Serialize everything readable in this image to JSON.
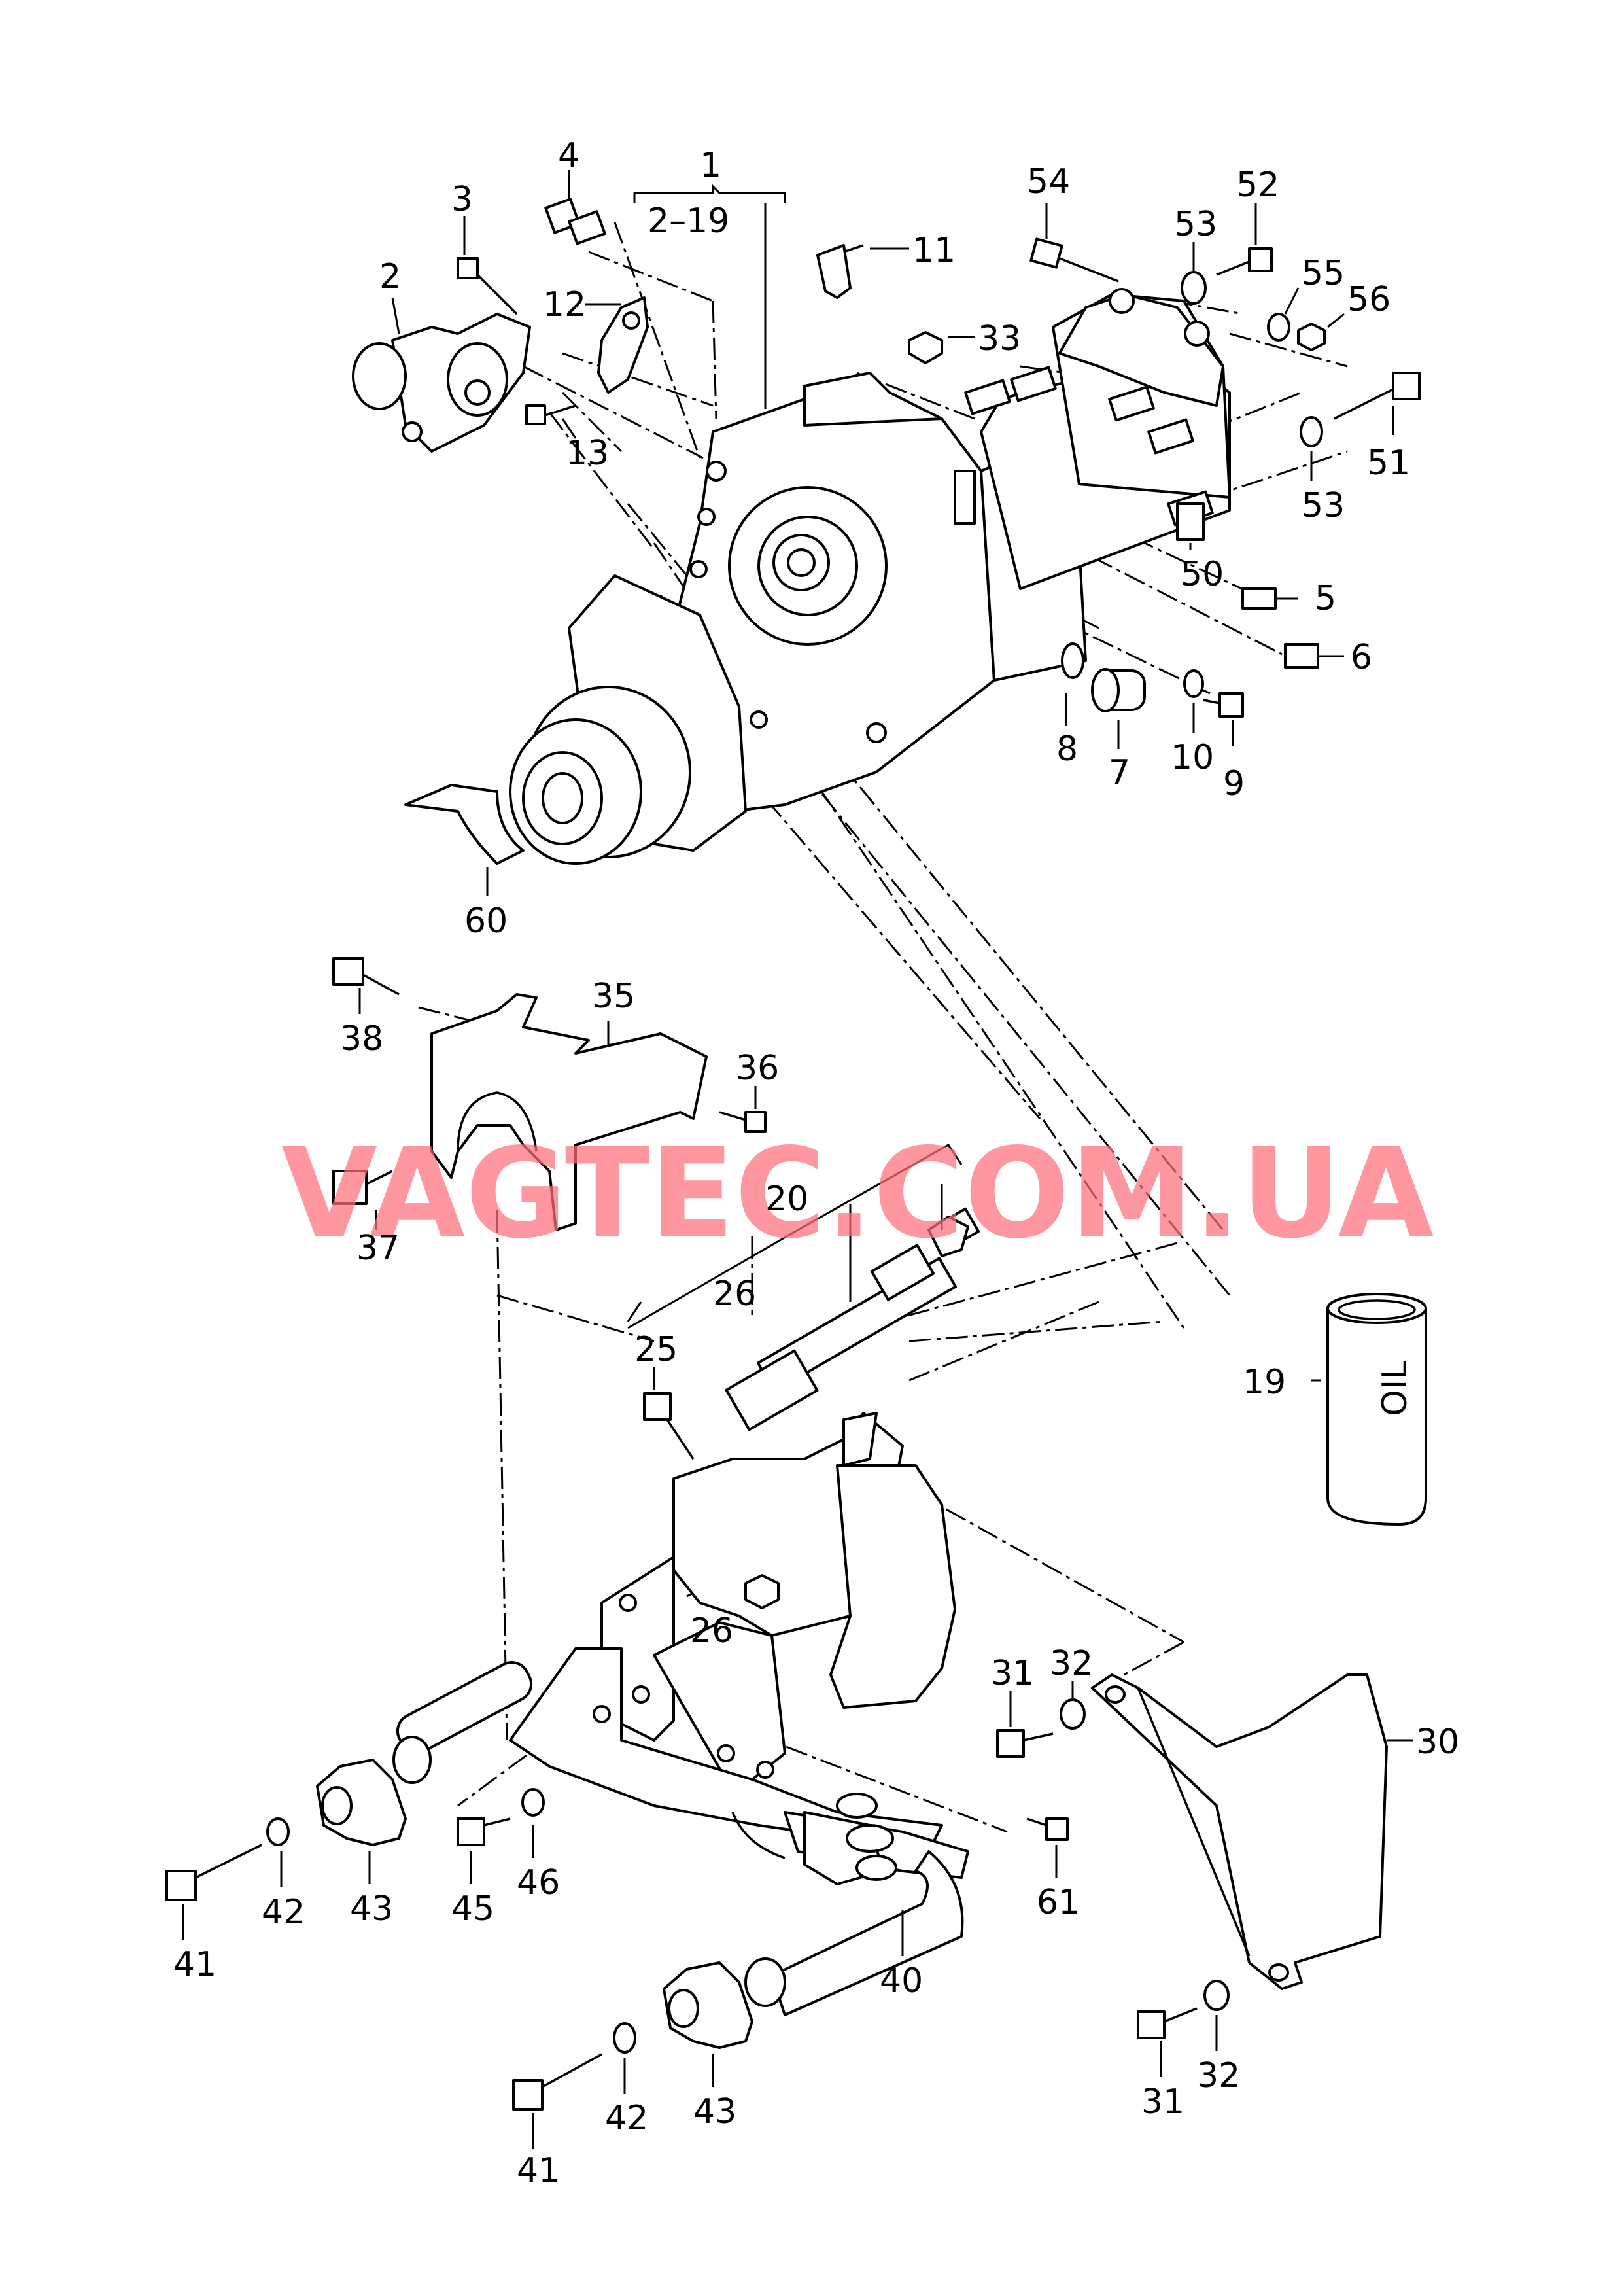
{
  "watermark": "VAGTEC.COM.UA",
  "oil_can_marking": "OIL",
  "callouts": [
    {
      "id": "c1",
      "text": "1"
    },
    {
      "id": "c2-19",
      "text": "2–19"
    },
    {
      "id": "c2",
      "text": "2"
    },
    {
      "id": "c3",
      "text": "3"
    },
    {
      "id": "c4",
      "text": "4"
    },
    {
      "id": "c5",
      "text": "5"
    },
    {
      "id": "c6",
      "text": "6"
    },
    {
      "id": "c7",
      "text": "7"
    },
    {
      "id": "c8",
      "text": "8"
    },
    {
      "id": "c9",
      "text": "9"
    },
    {
      "id": "c10",
      "text": "10"
    },
    {
      "id": "c11",
      "text": "11"
    },
    {
      "id": "c12",
      "text": "12"
    },
    {
      "id": "c13",
      "text": "13"
    },
    {
      "id": "c19",
      "text": "19"
    },
    {
      "id": "c20",
      "text": "20"
    },
    {
      "id": "c25",
      "text": "25"
    },
    {
      "id": "c26a",
      "text": "26"
    },
    {
      "id": "c26b",
      "text": "26"
    },
    {
      "id": "c30",
      "text": "30"
    },
    {
      "id": "c31a",
      "text": "31"
    },
    {
      "id": "c31b",
      "text": "31"
    },
    {
      "id": "c32a",
      "text": "32"
    },
    {
      "id": "c32b",
      "text": "32"
    },
    {
      "id": "c33",
      "text": "33"
    },
    {
      "id": "c35",
      "text": "35"
    },
    {
      "id": "c36",
      "text": "36"
    },
    {
      "id": "c37",
      "text": "37"
    },
    {
      "id": "c38",
      "text": "38"
    },
    {
      "id": "c40",
      "text": "40"
    },
    {
      "id": "c41a",
      "text": "41"
    },
    {
      "id": "c41b",
      "text": "41"
    },
    {
      "id": "c42a",
      "text": "42"
    },
    {
      "id": "c42b",
      "text": "42"
    },
    {
      "id": "c43a",
      "text": "43"
    },
    {
      "id": "c43b",
      "text": "43"
    },
    {
      "id": "c45",
      "text": "45"
    },
    {
      "id": "c46",
      "text": "46"
    },
    {
      "id": "c50",
      "text": "50"
    },
    {
      "id": "c51",
      "text": "51"
    },
    {
      "id": "c52",
      "text": "52"
    },
    {
      "id": "c53a",
      "text": "53"
    },
    {
      "id": "c53b",
      "text": "53"
    },
    {
      "id": "c54",
      "text": "54"
    },
    {
      "id": "c55",
      "text": "55"
    },
    {
      "id": "c56",
      "text": "56"
    },
    {
      "id": "c60",
      "text": "60"
    },
    {
      "id": "c61",
      "text": "61"
    }
  ]
}
